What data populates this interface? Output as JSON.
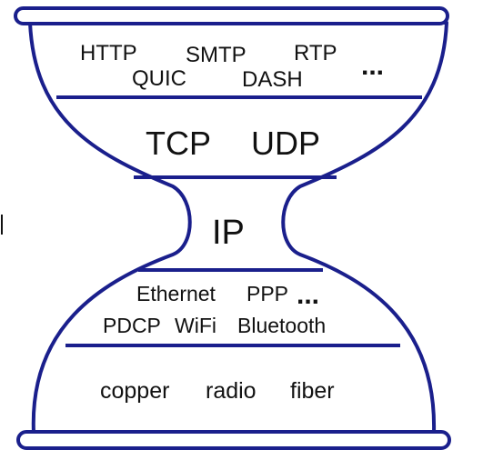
{
  "colors": {
    "outline": "#1a1f8c",
    "background": "#ffffff",
    "text": "#111111"
  },
  "layers": {
    "application": {
      "row1": [
        "HTTP",
        "SMTP",
        "RTP"
      ],
      "row2": [
        "QUIC",
        "DASH"
      ],
      "more": "..."
    },
    "transport": [
      "TCP",
      "UDP"
    ],
    "network": "IP",
    "link": {
      "row1": [
        "Ethernet",
        "PPP"
      ],
      "row2": [
        "PDCP",
        "WiFi",
        "Bluetooth"
      ],
      "more": "..."
    },
    "physical": [
      "copper",
      "radio",
      "fiber"
    ]
  }
}
